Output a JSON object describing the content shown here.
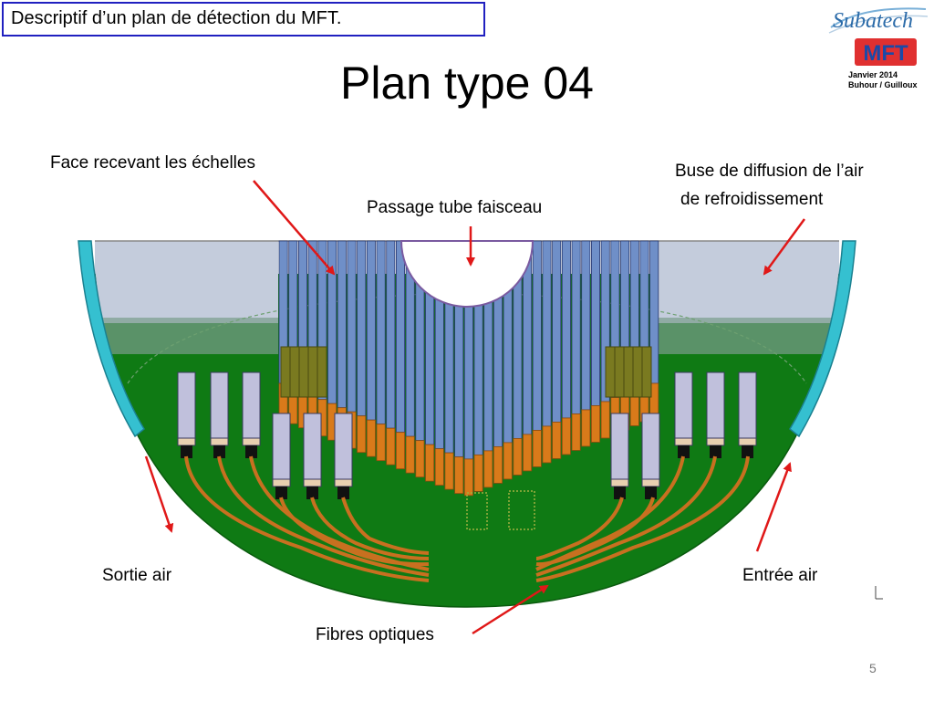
{
  "header": {
    "box_title": "Descriptif d’un plan de détection du MFT.",
    "title": "Plan type 04",
    "logo_subatech": "Subatech",
    "logo_mft": "MFT",
    "date": "Janvier 2014",
    "authors": "Buhour / Guilloux"
  },
  "labels": {
    "face_echelles": "Face  recevant  les échelles",
    "passage_tube": "Passage tube faisceau",
    "buse_line1": "Buse de diffusion de l’air",
    "buse_line2": "de refroidissement",
    "sortie_air": "Sortie air",
    "entree_air": "Entrée air",
    "fibres_optiques": "Fibres optiques"
  },
  "footer": {
    "page_number": "5"
  },
  "colors": {
    "board_green": "#0f7a14",
    "ladder_blue": "#6f8fc8",
    "copper": "#d97a1a",
    "arrow_red": "#e01818",
    "cooling_cyan": "#35c0d0",
    "module_lavender": "#c0c0dc"
  }
}
